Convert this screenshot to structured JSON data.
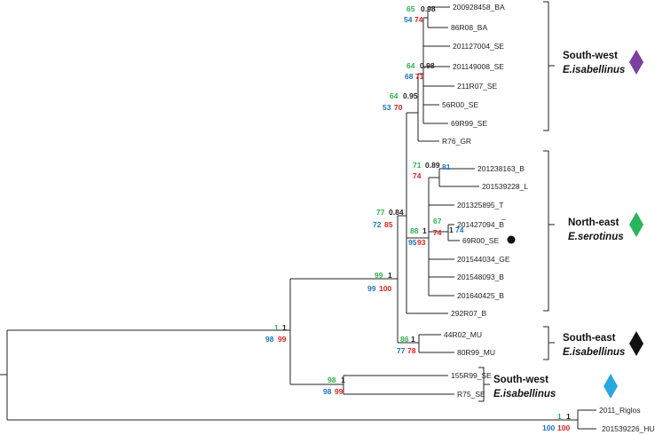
{
  "colors": {
    "green": "#2db34a",
    "blue": "#1b75bb",
    "red": "#e02020",
    "black": "#222222",
    "purple": "#7b3fa0",
    "emerald": "#27b45a",
    "cyan": "#29a8e0"
  },
  "leaves": {
    "l200928458_ba": "200928458_BA",
    "l86r08_ba": "86R08_BA",
    "l201127004_se": "201127004_SE",
    "l201149008_se": "201149008_SE",
    "l211r07_se": "211R07_SE",
    "l56r00_se": "56R00_SE",
    "l69r99_se": "69R99_SE",
    "lr76_gr": "R76_GR",
    "l201238163_b": "201238163_B",
    "l201539228_l": "201539228_L",
    "l201325895_t": "201325895_T",
    "l201427094_b": "201427094_B",
    "l69r00_se": "69R00_SE",
    "l201544034_ge": "201544034_GE",
    "l201548093_b": "201548093_B",
    "l201640425_b": "201640425_B",
    "l292r07_b": "292R07_B",
    "l44r02_mu": "44R02_MU",
    "l80r99_mu": "80R99_MU",
    "l155r99_se": "155R99_SE",
    "lr75_se": "R75_SE",
    "l2011_riglos": "2011_Riglos",
    "l201539226_hu": "201539226_HU"
  },
  "support": {
    "n_ba": {
      "green": "65",
      "black": "0.98",
      "blue": "54",
      "red": "74"
    },
    "n_sw_sub": {
      "green": "64",
      "black": "0.98",
      "blue": "68",
      "red": "71"
    },
    "n_sw": {
      "green": "64",
      "black": "0.95",
      "blue": "53",
      "red": "70"
    },
    "n_ne_sub": {
      "green": "71",
      "black": "0.89",
      "blue": "81",
      "red": "74"
    },
    "n_ne_inner": {
      "green": "67",
      "black": "1",
      "blue": "74",
      "red": "74"
    },
    "n_ne": {
      "green": "88",
      "black": "1",
      "blue": "95",
      "red": "93"
    },
    "n_swne": {
      "green": "77",
      "black": "0.84",
      "blue": "72",
      "red": "85"
    },
    "n_se": {
      "green": "86",
      "black": "1",
      "blue": "77",
      "red": "78"
    },
    "n_main": {
      "green": "99",
      "black": "1",
      "blue": "99",
      "red": "100"
    },
    "n_sw2": {
      "green": "98",
      "black": "1",
      "blue": "98",
      "red": "99"
    },
    "n_root": {
      "green": "1",
      "black": "1",
      "blue": "98",
      "red": "99"
    },
    "n_out": {
      "green": "1",
      "black": "1",
      "blue": "100",
      "red": "100"
    }
  },
  "clades": {
    "southwest_isab": {
      "title": "South-west",
      "species": "E.isabellinus"
    },
    "northeast_sero": {
      "title": "North-east",
      "species": "E.serotinus"
    },
    "southeast_isab": {
      "title": "South-east",
      "species": "E.isabellinus"
    },
    "southwest2_isab": {
      "title": "South-west",
      "species": "E.isabellinus"
    },
    "dash_mark": "_"
  }
}
